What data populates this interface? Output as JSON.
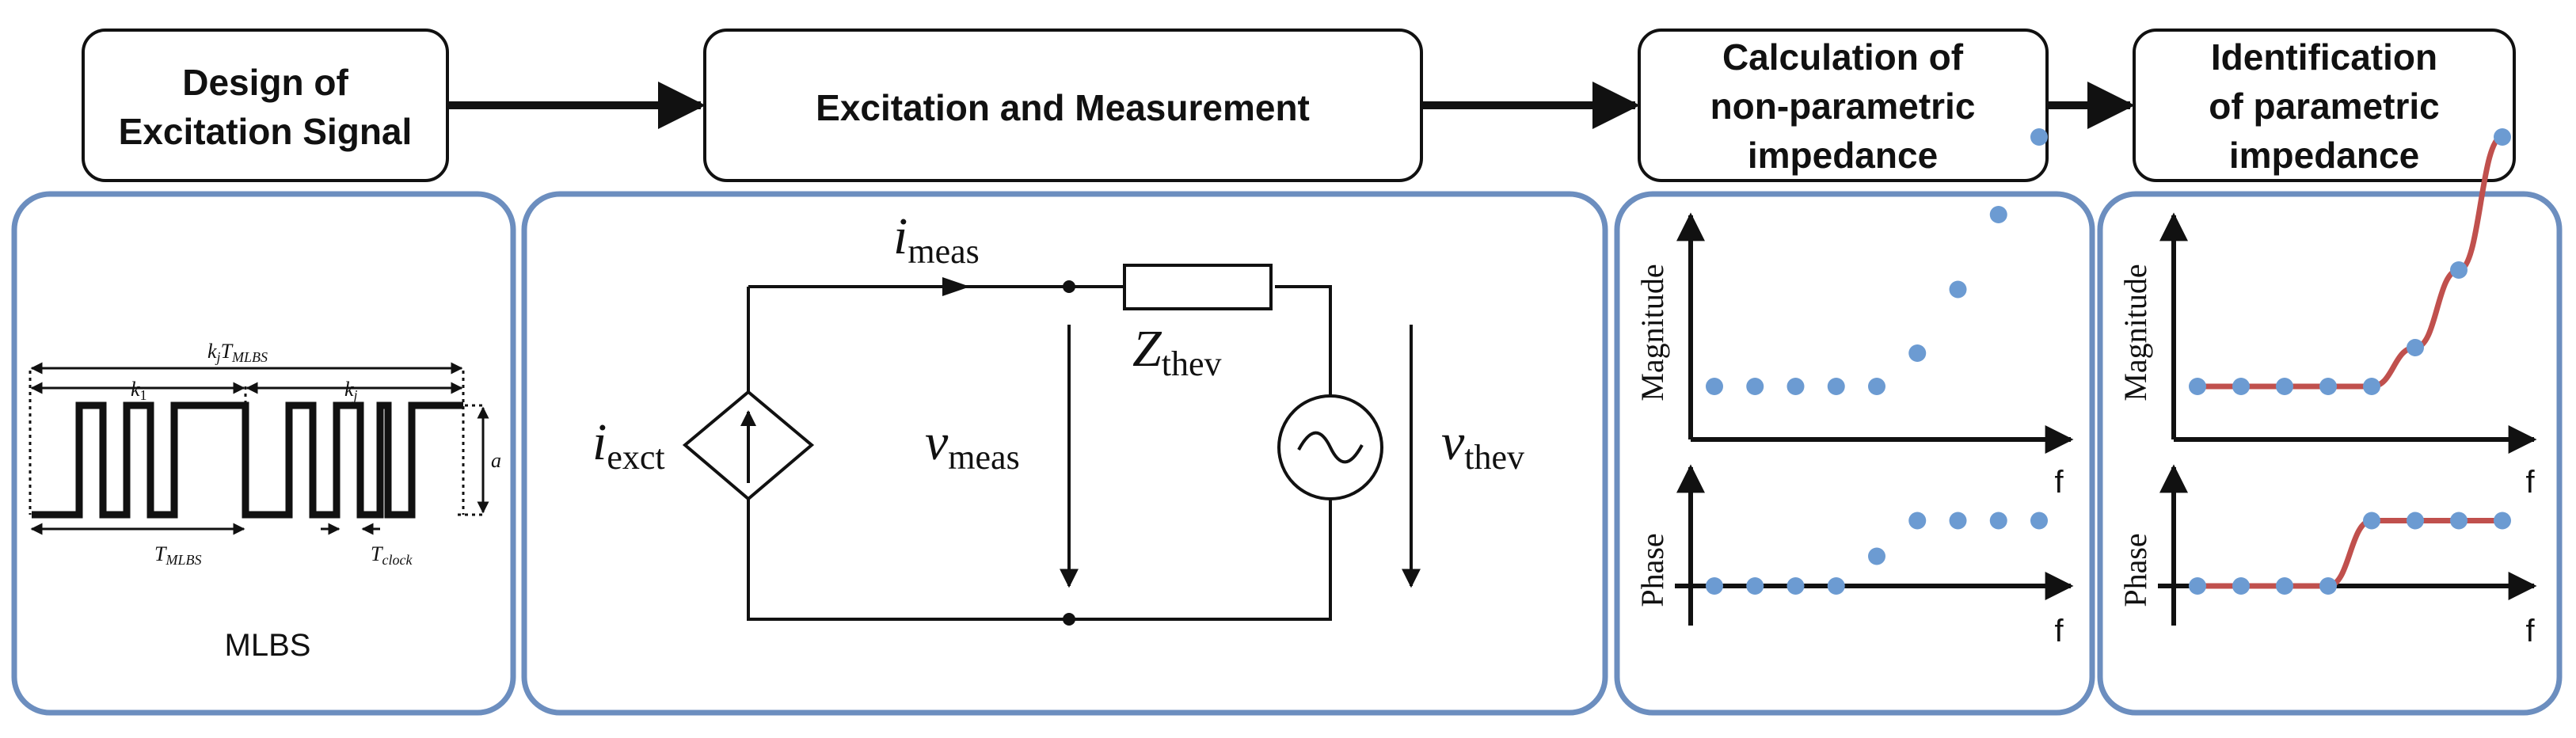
{
  "stages": [
    {
      "line1": "Design of",
      "line2": "Excitation Signal"
    },
    {
      "line1": "Excitation and Measurement"
    },
    {
      "line1": "Calculation of",
      "line2": "non-parametric",
      "line3": "impedance"
    },
    {
      "line1": "Identification",
      "line2": "of parametric",
      "line3": "impedance"
    }
  ],
  "mlbs_panel": {
    "caption": "MLBS",
    "labels": {
      "period_total": "k",
      "period_total_sub": "j",
      "period_total_main": "T",
      "period_total_main_sub": "MLBS",
      "k1": "k",
      "k1_sub": "1",
      "kj": "k",
      "kj_sub": "j",
      "amplitude": "a",
      "t_mlbs": "T",
      "t_mlbs_sub": "MLBS",
      "t_clock": "T",
      "t_clock_sub": "clock"
    }
  },
  "circuit_panel": {
    "i_meas": "i",
    "i_meas_sub": "meas",
    "i_exct": "i",
    "i_exct_sub": "exct",
    "v_meas": "v",
    "v_meas_sub": "meas",
    "z_thev": "Z",
    "z_thev_sub": "thev",
    "v_thev": "v",
    "v_thev_sub": "thev"
  },
  "plot_panels": {
    "magnitude_label": "Magnitude",
    "phase_label": "Phase",
    "freq_label": "f",
    "marker_color": "#6c9bd2",
    "fit_color": "#c0504d",
    "panel_border_color": "#6c8ebf"
  },
  "chart_data": [
    {
      "type": "scatter",
      "title": "",
      "xlabel": "f",
      "ylabel": "Magnitude",
      "series": [
        {
          "x": [
            1,
            2,
            3,
            4,
            5,
            6,
            7,
            8,
            9
          ],
          "values": [
            0.0,
            0.0,
            0.0,
            0.0,
            0.0,
            0.12,
            0.35,
            0.62,
            0.9
          ]
        }
      ],
      "ylim": [
        -0.2,
        1.1
      ],
      "xlim": [
        0.3,
        9.8
      ]
    },
    {
      "type": "scatter",
      "title": "",
      "xlabel": "f",
      "ylabel": "Phase",
      "series": [
        {
          "x": [
            1,
            2,
            3,
            4,
            5,
            6,
            7,
            8,
            9
          ],
          "values": [
            0.0,
            0.0,
            0.0,
            0.0,
            0.25,
            0.55,
            0.55,
            0.55,
            0.55
          ]
        }
      ],
      "ylim": [
        -0.9,
        1.0
      ],
      "xlim": [
        0.3,
        9.8
      ]
    },
    {
      "type": "line",
      "title": "",
      "xlabel": "f",
      "ylabel": "Magnitude",
      "series": [
        {
          "x": [
            1,
            2,
            3,
            4,
            5,
            6,
            7,
            8
          ],
          "values": [
            0.0,
            0.0,
            0.0,
            0.0,
            0.0,
            0.14,
            0.42,
            0.9
          ]
        }
      ],
      "ylim": [
        -0.2,
        1.1
      ],
      "xlim": [
        0.3,
        9.0
      ]
    },
    {
      "type": "line",
      "title": "",
      "xlabel": "f",
      "ylabel": "Phase",
      "series": [
        {
          "x": [
            1,
            2,
            3,
            4,
            5,
            6,
            7,
            8
          ],
          "values": [
            0.0,
            0.0,
            0.0,
            0.0,
            0.55,
            0.55,
            0.55,
            0.55
          ]
        }
      ],
      "ylim": [
        -0.9,
        1.0
      ],
      "xlim": [
        0.3,
        9.0
      ]
    }
  ]
}
